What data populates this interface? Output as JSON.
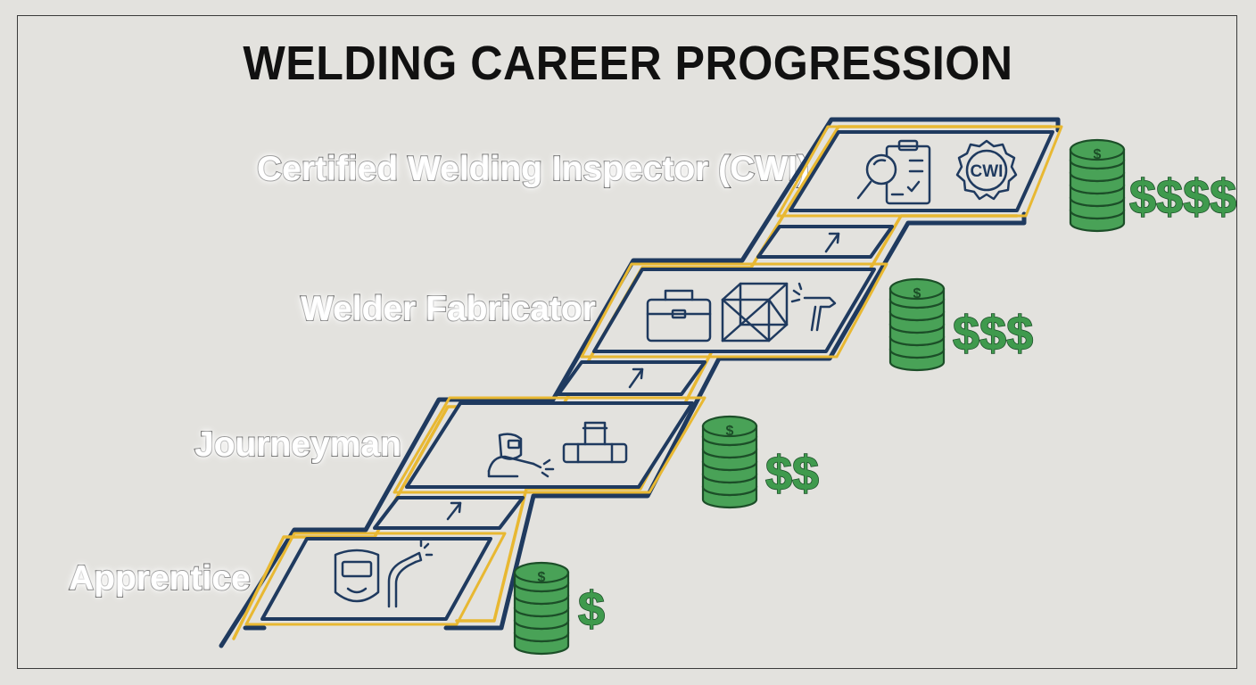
{
  "title": "WELDING CAREER PROGRESSION",
  "stages": [
    {
      "label": "Apprentice",
      "pay": "$",
      "icons": [
        "welding-helmet-icon",
        "mig-torch-icon"
      ]
    },
    {
      "label": "Journeyman",
      "pay": "$$",
      "icons": [
        "welder-working-icon",
        "pipe-joint-icon"
      ]
    },
    {
      "label": "Welder Fabricator",
      "pay": "$$$",
      "icons": [
        "toolbox-icon",
        "steel-frame-icon",
        "weld-gun-icon"
      ]
    },
    {
      "label": "Certified Welding Inspector (CWI)",
      "pay": "$$$$",
      "badge": "CWI",
      "icons": [
        "inspection-clipboard-icon",
        "cwi-seal-icon"
      ]
    }
  ],
  "coin_symbol": "$",
  "colors": {
    "navy": "#1f3a5f",
    "gold": "#e8b832",
    "money_green": "#3f9a4d",
    "background": "#e3e2de"
  }
}
